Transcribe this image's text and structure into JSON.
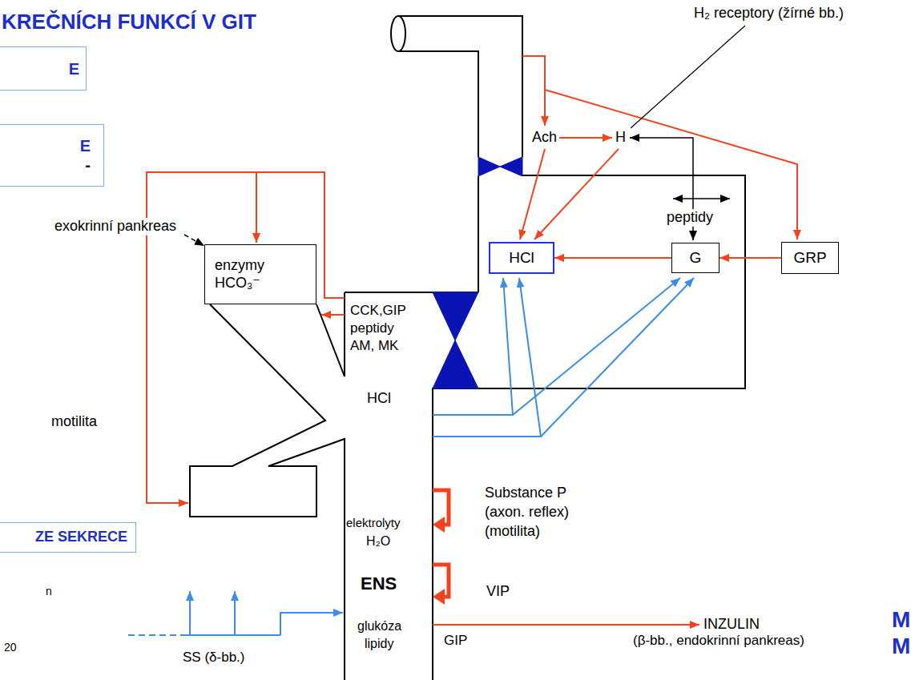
{
  "diagram": {
    "title": "KREČNÍCH FUNKCÍ V GIT",
    "nodes": [
      {
        "text": [
          "E"
        ]
      },
      {
        "text": [
          "E",
          "-"
        ]
      },
      {
        "text": [
          "enzymy HCO₃⁻"
        ]
      },
      {
        "text": [
          "HCl"
        ]
      },
      {
        "text": [
          "G"
        ]
      },
      {
        "text": [
          "GRP"
        ]
      },
      {
        "text": [
          "ZE SEKRECE"
        ]
      }
    ],
    "edges": [
      {
        "from": 4,
        "to": 3,
        "arrow": "to"
      },
      {
        "from": 5,
        "to": 4,
        "arrow": "to"
      }
    ],
    "labels": [
      "H₂ receptory (žírné bb.)",
      "Ach",
      "H",
      "peptidy",
      "exokrinní pankreas",
      "CCK,GIP",
      "peptidy",
      "AM, MK",
      "motilita",
      "HCl",
      "Substance P",
      "(axon. reflex)",
      "(motilita)",
      "elektrolyty",
      "H₂O",
      "ENS",
      "VIP",
      "glukóza",
      "lipidy",
      "GIP",
      "INZULIN",
      "(β-bb., endokrinní pankreas)",
      "SS (δ-bb.)",
      "n",
      "20",
      "M",
      "M"
    ]
  }
}
